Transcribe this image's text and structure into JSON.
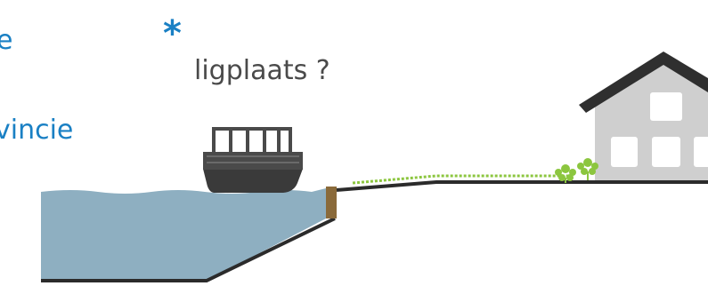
{
  "labels": {
    "left_top_fragment": "e",
    "left_bottom_fragment": "vincie",
    "asterisk": "*",
    "question": "ligplaats ?"
  },
  "colors": {
    "water": "#8eafc1",
    "ground_line": "#2b2b2b",
    "boat_hull": "#3a3a3a",
    "boat_cabin": "#4a4a4a",
    "quay_post": "#8a6a3a",
    "grass": "#8cc63f",
    "house_wall": "#cfcfcf",
    "house_roof": "#2f2f2f",
    "window": "#ffffff",
    "accent_blue": "#1a80c4"
  }
}
